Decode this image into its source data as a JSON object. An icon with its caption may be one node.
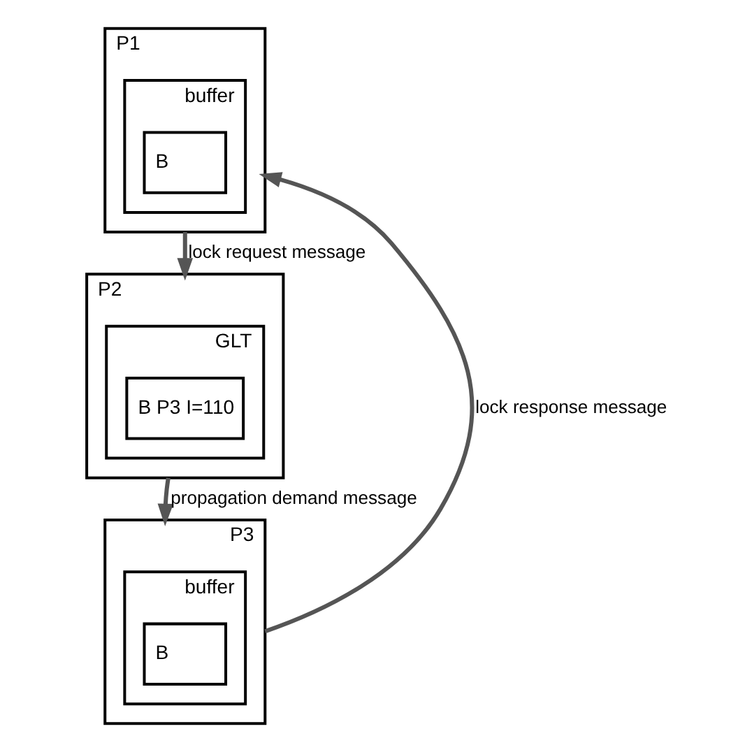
{
  "diagram": {
    "nodes": [
      {
        "text": [
          "P1"
        ]
      },
      {
        "text": [
          "buffer"
        ],
        "in": 0
      },
      {
        "text": [
          "B"
        ],
        "in": 1
      },
      {
        "text": [
          "P2"
        ]
      },
      {
        "text": [
          "GLT"
        ],
        "in": 3
      },
      {
        "text": [
          "B P3 I=110"
        ],
        "in": 4
      },
      {
        "text": [
          "P3"
        ]
      },
      {
        "text": [
          "buffer"
        ],
        "in": 6
      },
      {
        "text": [
          "B"
        ],
        "in": 7
      }
    ],
    "edges": [
      {
        "from": 0,
        "to": 3,
        "arrow": "to",
        "label": "lock request message"
      },
      {
        "from": 3,
        "to": 6,
        "arrow": "to",
        "label": "propagation demand message"
      },
      {
        "from": 6,
        "to": 0,
        "arrow": "to",
        "label": "lock response message"
      }
    ]
  }
}
